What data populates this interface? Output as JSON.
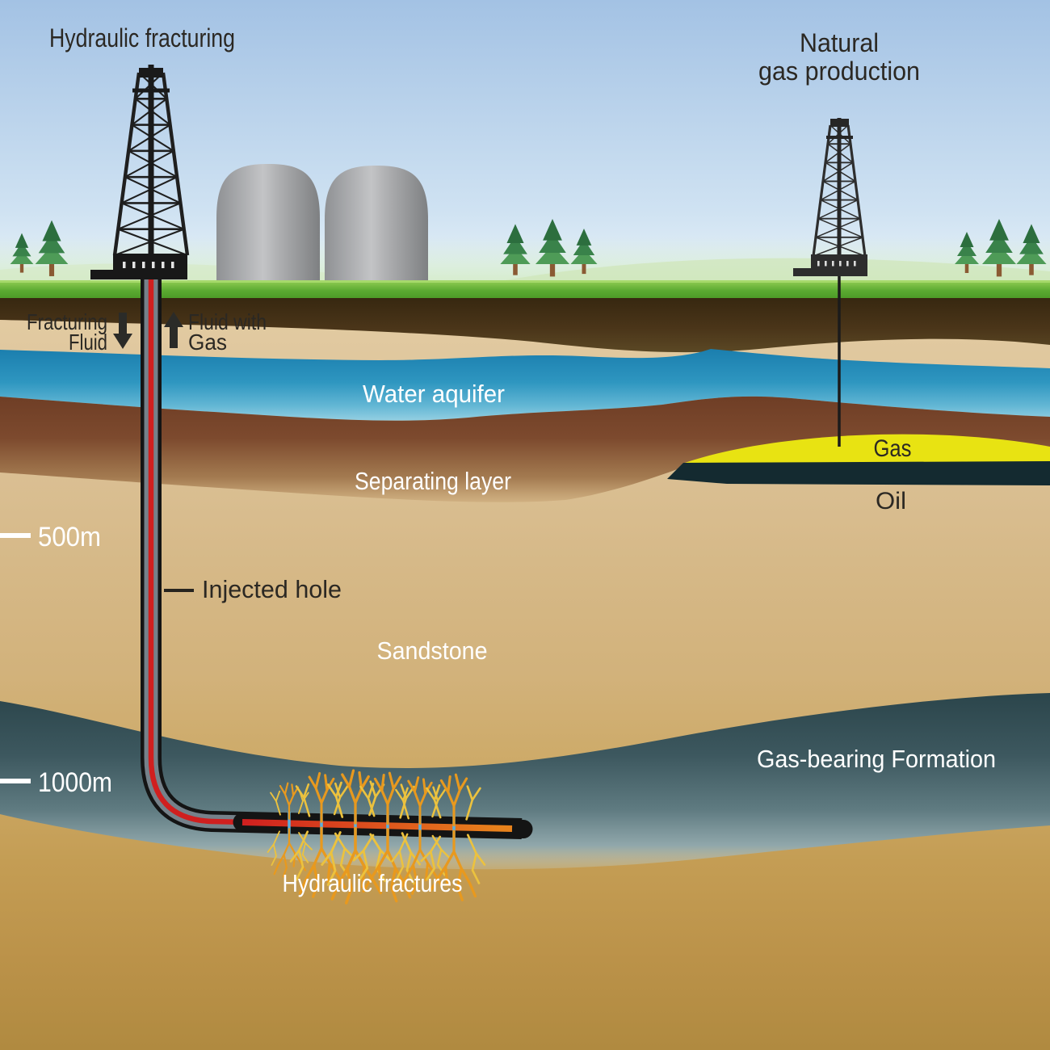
{
  "titles": {
    "hydraulic_fracturing": "Hydraulic fracturing",
    "natural_gas_1": "Natural",
    "natural_gas_2": "gas production"
  },
  "flow_labels": {
    "fracturing_fluid_1": "Fracturing",
    "fracturing_fluid_2": "Fluid",
    "fluid_with_gas_1": "Fluid with",
    "fluid_with_gas_2": "Gas"
  },
  "layer_labels": {
    "water_aquifer": "Water aquifer",
    "separating_layer": "Separating layer",
    "sandstone": "Sandstone",
    "gas_bearing_formation": "Gas-bearing Formation",
    "gas": "Gas",
    "oil": "Oil"
  },
  "well_labels": {
    "injected_hole": "Injected hole",
    "hydraulic_fractures": "Hydraulic fractures"
  },
  "depth_markers": {
    "d500": "500m",
    "d1000": "1000m"
  },
  "colors": {
    "sky_top": "#a3c2e4",
    "grass_green": "#5aa930",
    "topsoil_brown": "#4a3519",
    "aquifer_blue": "#2e96c0",
    "separating_brown": "#7d4a2e",
    "sandstone_tan": "#d6b988",
    "formation_slate": "#3d585f",
    "deep_gold": "#bd954d",
    "gas_yellow": "#e8e312",
    "oil_dark": "#142a30",
    "pipe_red": "#d01f1f",
    "pipe_orange": "#e8821c",
    "casing_gray": "#75818a",
    "perforation_blue": "#58b0e0",
    "fracture_orange": "#e8991e",
    "fracture_yellow": "#ecc23e",
    "tank_gray": "#a8a9ab",
    "tree_green": "#39824a",
    "derrick_black": "#1a1a1a"
  }
}
